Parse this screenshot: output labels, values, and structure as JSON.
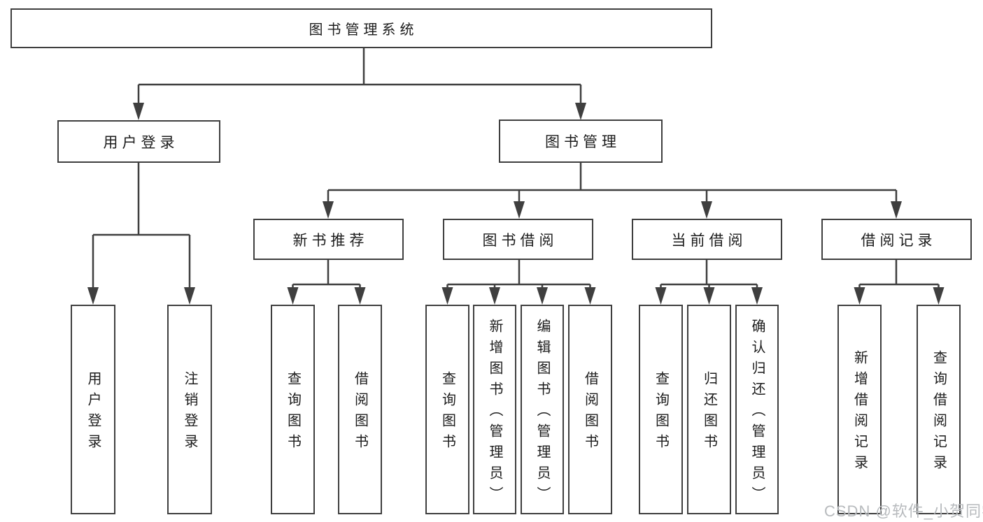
{
  "tree": {
    "root": "图书管理系统",
    "branches": [
      {
        "label": "用户登录",
        "children": [
          "用户登录",
          "注销登录"
        ]
      },
      {
        "label": "图书管理",
        "groups": [
          {
            "label": "新书推荐",
            "children": [
              "查询图书",
              "借阅图书"
            ]
          },
          {
            "label": "图书借阅",
            "children": [
              "查询图书",
              "新增图书（管理员）",
              "编辑图书（管理员）",
              "借阅图书"
            ]
          },
          {
            "label": "当前借阅",
            "children": [
              "查询图书",
              "归还图书",
              "确认归还（管理员）"
            ]
          },
          {
            "label": "借阅记录",
            "children": [
              "新增借阅记录",
              "查询借阅记录"
            ]
          }
        ]
      }
    ]
  },
  "watermark": {
    "text": "CSDN @软件_小贺同学"
  },
  "colors": {
    "line": "#3f3f3f",
    "box_border": "#3f3f3f",
    "text": "#1c1c1c",
    "background": "#ffffff",
    "watermark": "#b7babd"
  }
}
